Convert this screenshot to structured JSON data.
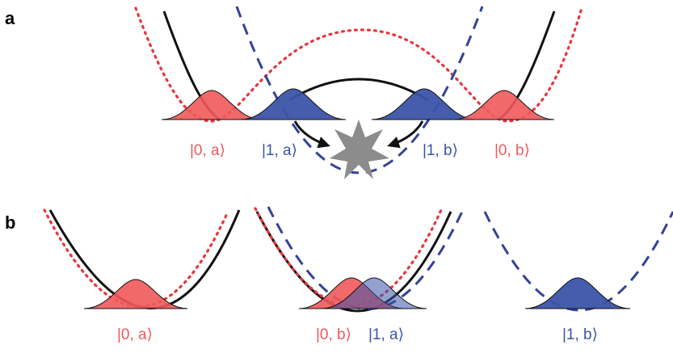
{
  "colors": {
    "red": "#f0595a",
    "red_dotted": "#e8363c",
    "blue": "#3b54a8",
    "blue_dashed": "#33429a",
    "black": "#111111",
    "flash": "#8c8c8c"
  },
  "panels": {
    "a": {
      "letter": "a",
      "states": [
        "|0, a⟩",
        "|1, a⟩",
        "|1, b⟩",
        "|0, b⟩"
      ]
    },
    "b": {
      "letter": "b",
      "states": [
        "|0, a⟩",
        "|0, b⟩",
        "|1, a⟩",
        "|1, b⟩"
      ]
    }
  }
}
